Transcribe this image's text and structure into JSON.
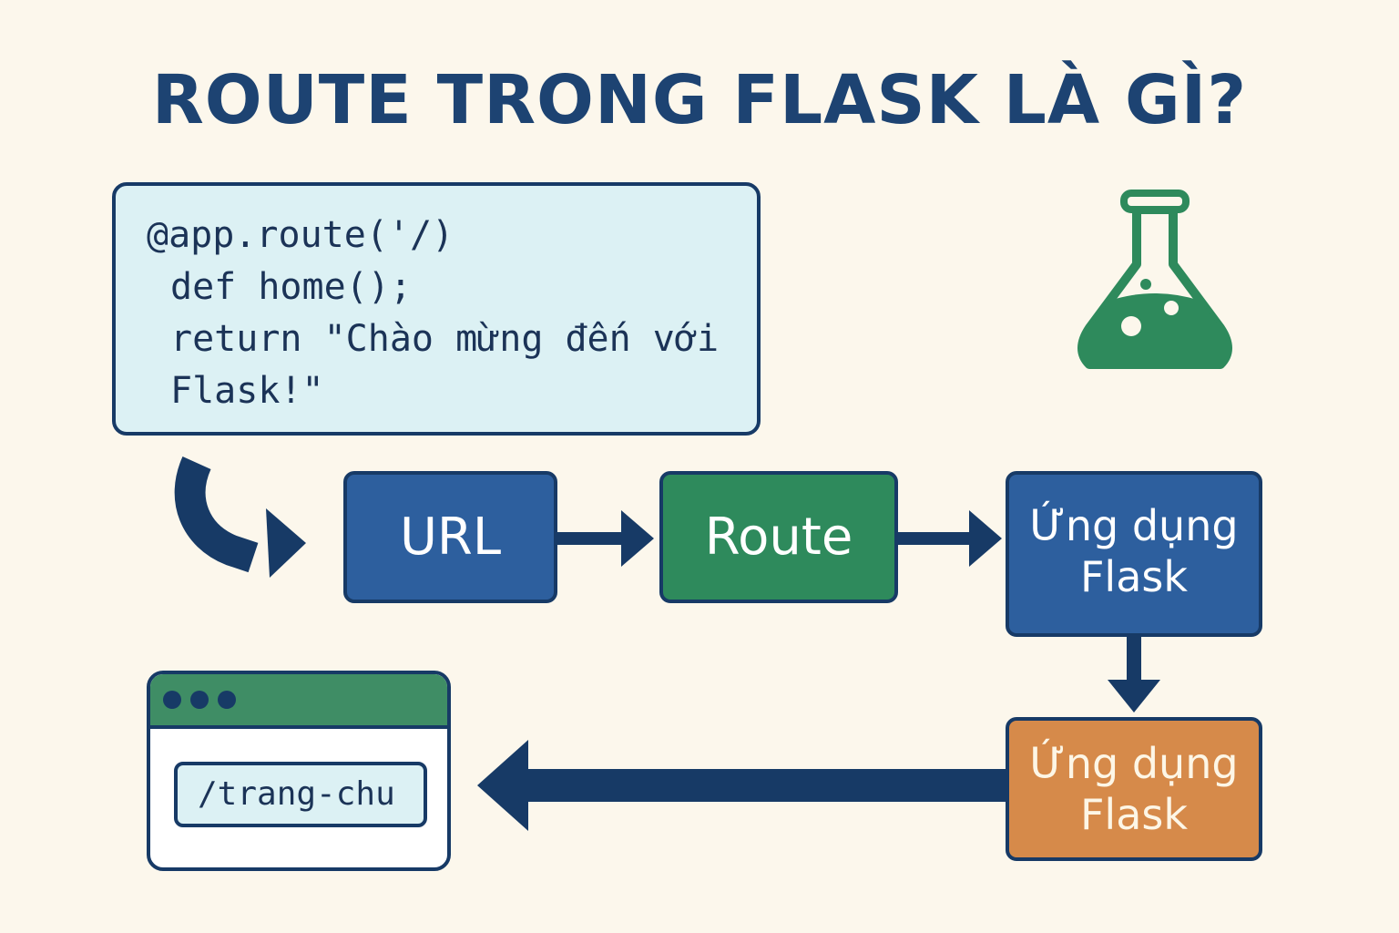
{
  "title": "ROUTE TRONG FLASK LÀ GÌ?",
  "code": {
    "line1": "@app.route('/)",
    "line2": "def home();",
    "line3": "return \"Chào mừng đến với",
    "line4": "Flask!\""
  },
  "flow": {
    "url": "URL",
    "route": "Route",
    "app_line1": "Ứng dụng",
    "app_line2": "Flask",
    "response_line1": "Ứng dụng",
    "response_line2": "Flask"
  },
  "browser": {
    "address": "/trang-chu"
  },
  "colors": {
    "background": "#fcf7ec",
    "title": "#1d4372",
    "navy": "#173a66",
    "blue_box": "#2d5f9e",
    "green": "#2e8a5c",
    "orange": "#d68a4a",
    "code_bg": "#dcf1f4"
  },
  "icons": {
    "flask": "flask-icon"
  }
}
